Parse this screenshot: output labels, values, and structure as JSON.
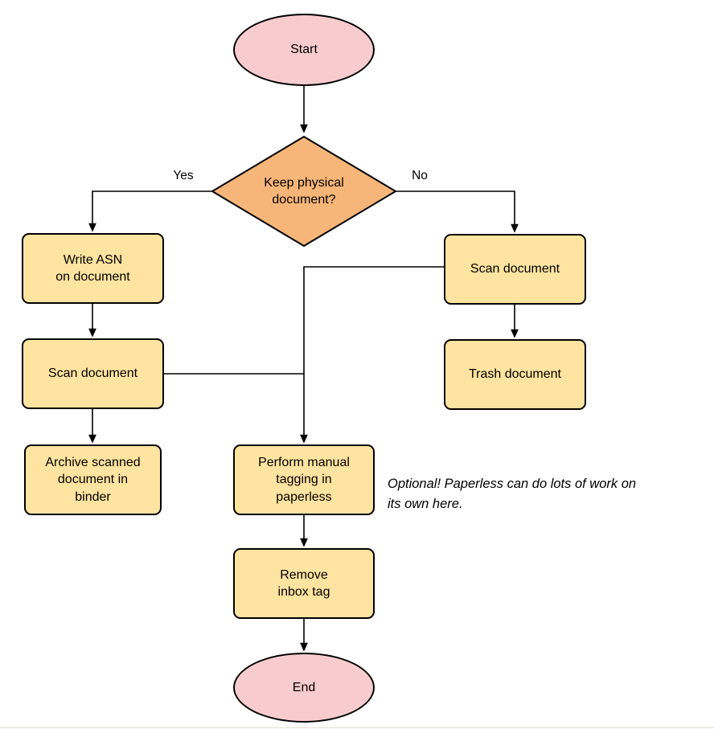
{
  "diagram": {
    "type": "flowchart",
    "nodes": {
      "start": {
        "label": "Start",
        "shape": "ellipse"
      },
      "decision": {
        "label": "Keep physical\ndocument?",
        "shape": "diamond"
      },
      "write_asn": {
        "label": "Write ASN\non document",
        "shape": "rect"
      },
      "scan_left": {
        "label": "Scan document",
        "shape": "rect"
      },
      "archive": {
        "label": "Archive scanned\ndocument in\nbinder",
        "shape": "rect"
      },
      "tagging": {
        "label": "Perform manual\ntagging in\npaperless",
        "shape": "rect"
      },
      "remove_inbox": {
        "label": "Remove\ninbox tag",
        "shape": "rect"
      },
      "scan_right": {
        "label": "Scan document",
        "shape": "rect"
      },
      "trash": {
        "label": "Trash document",
        "shape": "rect"
      },
      "end": {
        "label": "End",
        "shape": "ellipse"
      }
    },
    "edge_labels": {
      "yes": "Yes",
      "no": "No"
    },
    "edges": [
      {
        "from": "start",
        "to": "decision"
      },
      {
        "from": "decision",
        "to": "write_asn",
        "label": "Yes"
      },
      {
        "from": "decision",
        "to": "scan_right",
        "label": "No"
      },
      {
        "from": "write_asn",
        "to": "scan_left"
      },
      {
        "from": "scan_left",
        "to": "archive"
      },
      {
        "from": "scan_left",
        "to": "tagging"
      },
      {
        "from": "scan_right",
        "to": "trash"
      },
      {
        "from": "scan_right",
        "to": "tagging"
      },
      {
        "from": "tagging",
        "to": "remove_inbox"
      },
      {
        "from": "remove_inbox",
        "to": "end"
      }
    ],
    "annotation": "Optional! Paperless can do lots of work on\nits own here.",
    "colors": {
      "terminal_fill": "#F8CCCE",
      "decision_fill": "#F7B679",
      "process_fill": "#FFE3A0",
      "stroke": "#000000",
      "background": "#FFFFFF"
    }
  }
}
